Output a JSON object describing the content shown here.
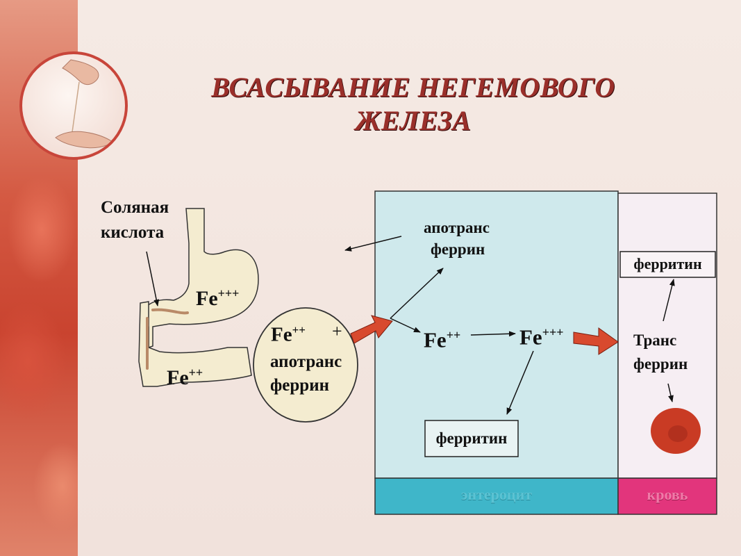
{
  "title": {
    "line1": "ВСАСЫВАНИЕ НЕГЕМОВОГО",
    "line2": "ЖЕЛЕЗА"
  },
  "stomach": {
    "hcl_label_1": "Соляная",
    "hcl_label_2": "кислота",
    "fe3_label": "Fe",
    "fe3_sup": "+++",
    "fe2_label": "Fe",
    "fe2_sup": "++"
  },
  "complex": {
    "fe_label": "Fe",
    "fe_sup": "++",
    "plus": "+",
    "line1": "апотранс",
    "line2": "феррин"
  },
  "enterocyte": {
    "apotransferrin_1": "апотранс",
    "apotransferrin_2": "феррин",
    "fe2_label": "Fe",
    "fe2_sup": "++",
    "fe3_label": "Fe",
    "fe3_sup": "+++",
    "ferritin": "ферритин",
    "footer": "энтероцит"
  },
  "blood": {
    "ferritin": "ферритин",
    "transferrin_1": "Транс",
    "transferrin_2": "феррин",
    "footer": "кровь"
  },
  "colors": {
    "enterocyte_fill": "#cfe9ec",
    "enterocyte_footer": "#3fb6c9",
    "blood_fill": "#f6eef3",
    "blood_footer": "#e2357c",
    "arrow_red": "#d84a2e",
    "organ_fill": "#f4ecd0",
    "title_color": "#9a2f2a",
    "erythrocyte": "#c93b24"
  }
}
